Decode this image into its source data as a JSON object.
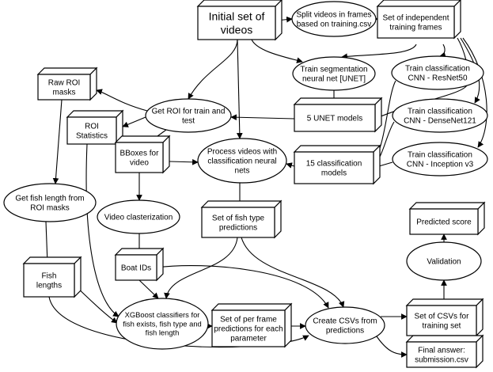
{
  "nodes": {
    "initial_videos": [
      "Initial set of",
      "videos"
    ],
    "split_videos": [
      "Split videos in frames",
      "based on training.csv"
    ],
    "training_frames": [
      "Set of independent",
      "training frames"
    ],
    "raw_roi_masks": [
      "Raw ROI",
      "masks"
    ],
    "train_unet": [
      "Train segmentation",
      "neural net [UNET]"
    ],
    "train_resnet": [
      "Train classification",
      "CNN - ResNet50"
    ],
    "get_roi": [
      "Get ROI for train and",
      "test"
    ],
    "roi_statistics": [
      "ROI",
      "Statistics"
    ],
    "unet_models": [
      "5 UNET models"
    ],
    "train_densenet": [
      "Train classification",
      "CNN - DenseNet121"
    ],
    "bboxes": [
      "BBoxes for",
      "video"
    ],
    "process_videos": [
      "Process videos with",
      "classification neural",
      "nets"
    ],
    "classification_models": [
      "15 classification",
      "models"
    ],
    "train_inception": [
      "Train classification",
      "CNN - Inception v3"
    ],
    "fish_length_roi": [
      "Get fish length from",
      "ROI masks"
    ],
    "video_clusterization": [
      "Video clasterization"
    ],
    "fish_type_predictions": [
      "Set of fish type",
      "predictions"
    ],
    "predicted_score": [
      "Predicted score"
    ],
    "fish_lengths": [
      "Fish",
      "lengths"
    ],
    "boat_ids": [
      "Boat IDs"
    ],
    "validation": [
      "Validation"
    ],
    "xgboost": [
      "XGBoost classifiers for",
      "fish exists, fish type and",
      "fish length"
    ],
    "per_frame_predictions": [
      "Set of per frame",
      "predictions for each",
      "parameter"
    ],
    "create_csvs": [
      "Create CSVs from",
      "predictions"
    ],
    "csvs_training": [
      "Set of CSVs for",
      "training set"
    ],
    "final_answer": [
      "Final answer:",
      "submission.csv"
    ]
  }
}
